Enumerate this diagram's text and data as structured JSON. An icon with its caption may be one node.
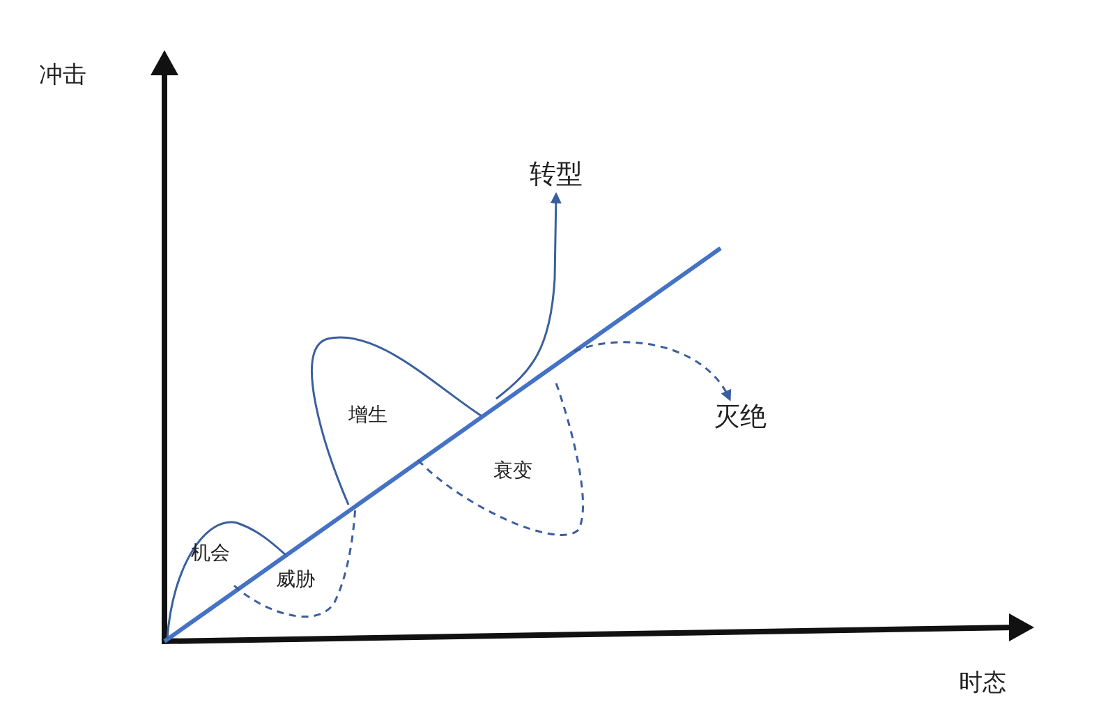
{
  "diagram": {
    "nodes": [
      {
        "text": [
          "转型"
        ]
      },
      {
        "text": [
          "灭绝"
        ]
      }
    ],
    "edges": [
      {
        "from": null,
        "to": 0,
        "arrow": "to"
      },
      {
        "from": null,
        "to": 1,
        "arrow": "to",
        "style": "dashed"
      }
    ],
    "labels": [
      "冲击",
      "增生",
      "衰变",
      "机会",
      "威胁",
      "时态"
    ]
  }
}
